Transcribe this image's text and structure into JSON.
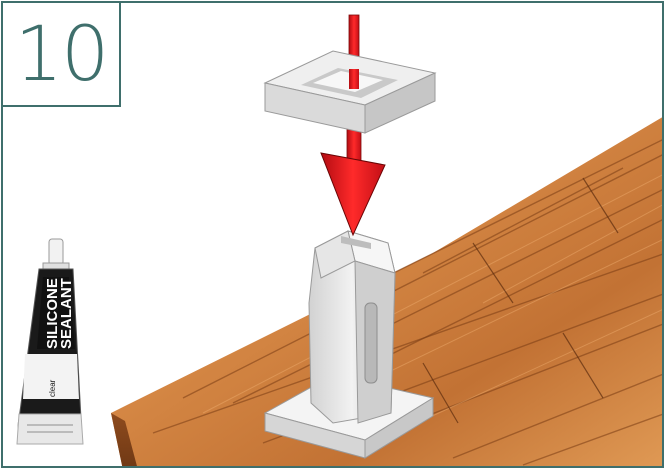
{
  "step": {
    "number": "10"
  },
  "tube": {
    "line1": "SILICONE",
    "line2": "SEALANT",
    "variant": "clear"
  },
  "colors": {
    "frame": "#3f6f6c",
    "arrow": "#e8141c",
    "part": "#e4e4e4",
    "wood": "#c8793a"
  },
  "icons": {
    "arrow": "down-arrow-icon",
    "tube": "sealant-tube-icon"
  }
}
